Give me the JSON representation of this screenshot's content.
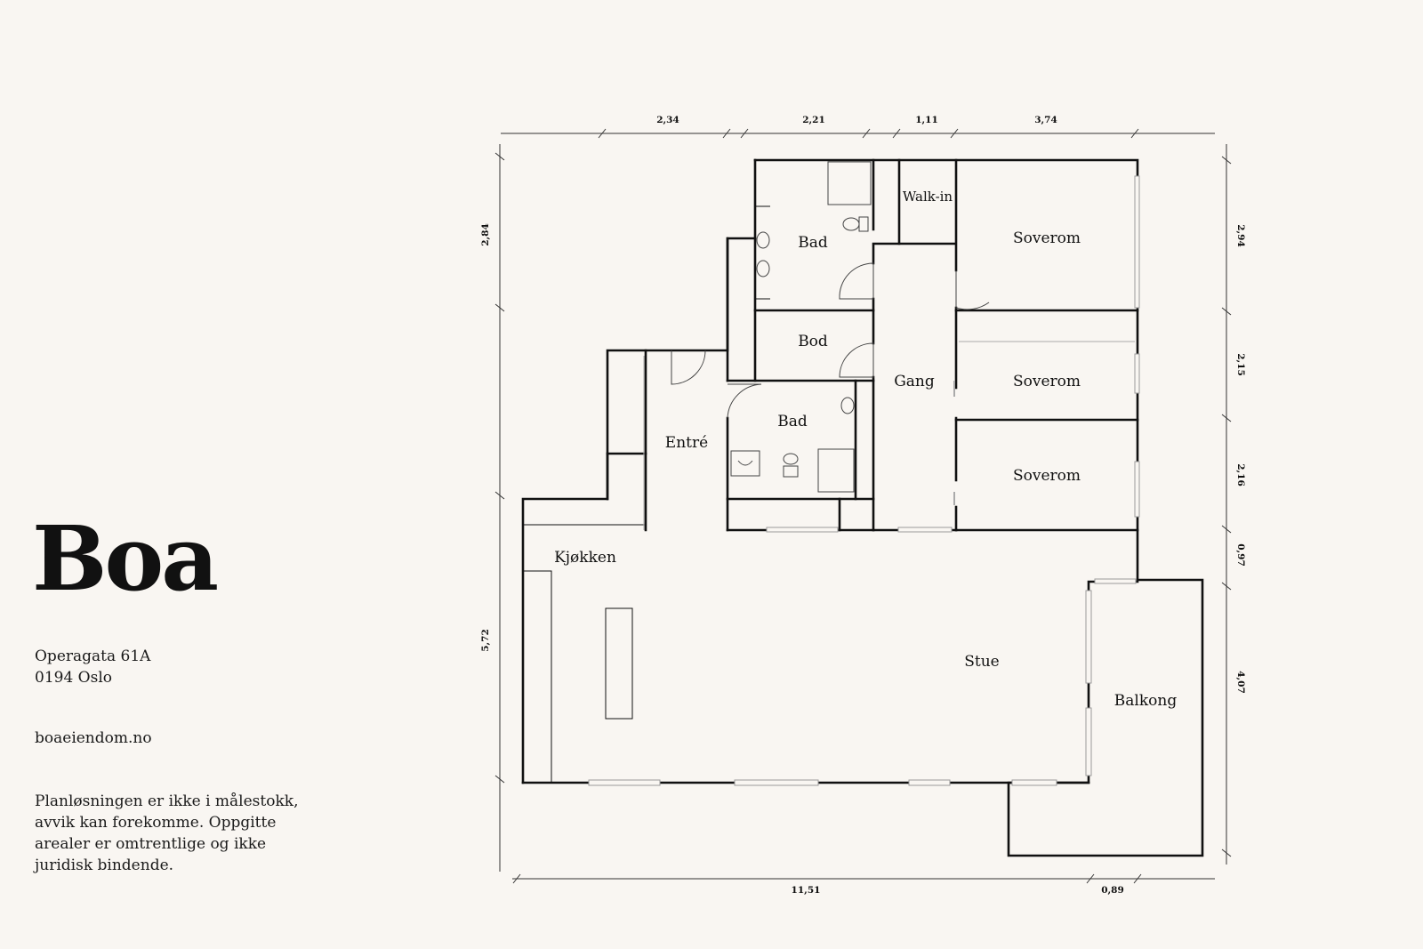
{
  "brand": {
    "name": "Boa",
    "address_line1": "Operagata 61A",
    "address_line2": "0194 Oslo",
    "website": "boaeiendom.no",
    "disclaimer": "Planløsningen er ikke i målestokk, avvik kan forekomme. Oppgitte arealer er omtrentlige og ikke juridisk bindende."
  },
  "rooms": {
    "walkin": "Walk-in",
    "bad_top": "Bad",
    "soverom_1": "Soverom",
    "bod": "Bod",
    "gang": "Gang",
    "soverom_2": "Soverom",
    "entre": "Entré",
    "bad_mid": "Bad",
    "soverom_3": "Soverom",
    "kjokken": "Kjøkken",
    "stue": "Stue",
    "balkong": "Balkong"
  },
  "dimensions": {
    "top": [
      "2,34",
      "2,21",
      "1,11",
      "3,74"
    ],
    "left": [
      "2,84",
      "5,72"
    ],
    "right": [
      "2,94",
      "2,15",
      "2,16",
      "0,97",
      "4,07"
    ],
    "bottom": [
      "11,51",
      "0,89"
    ]
  },
  "colors": {
    "background": "#f9f6f2",
    "ink": "#111111",
    "window": "#9a9a9a"
  }
}
